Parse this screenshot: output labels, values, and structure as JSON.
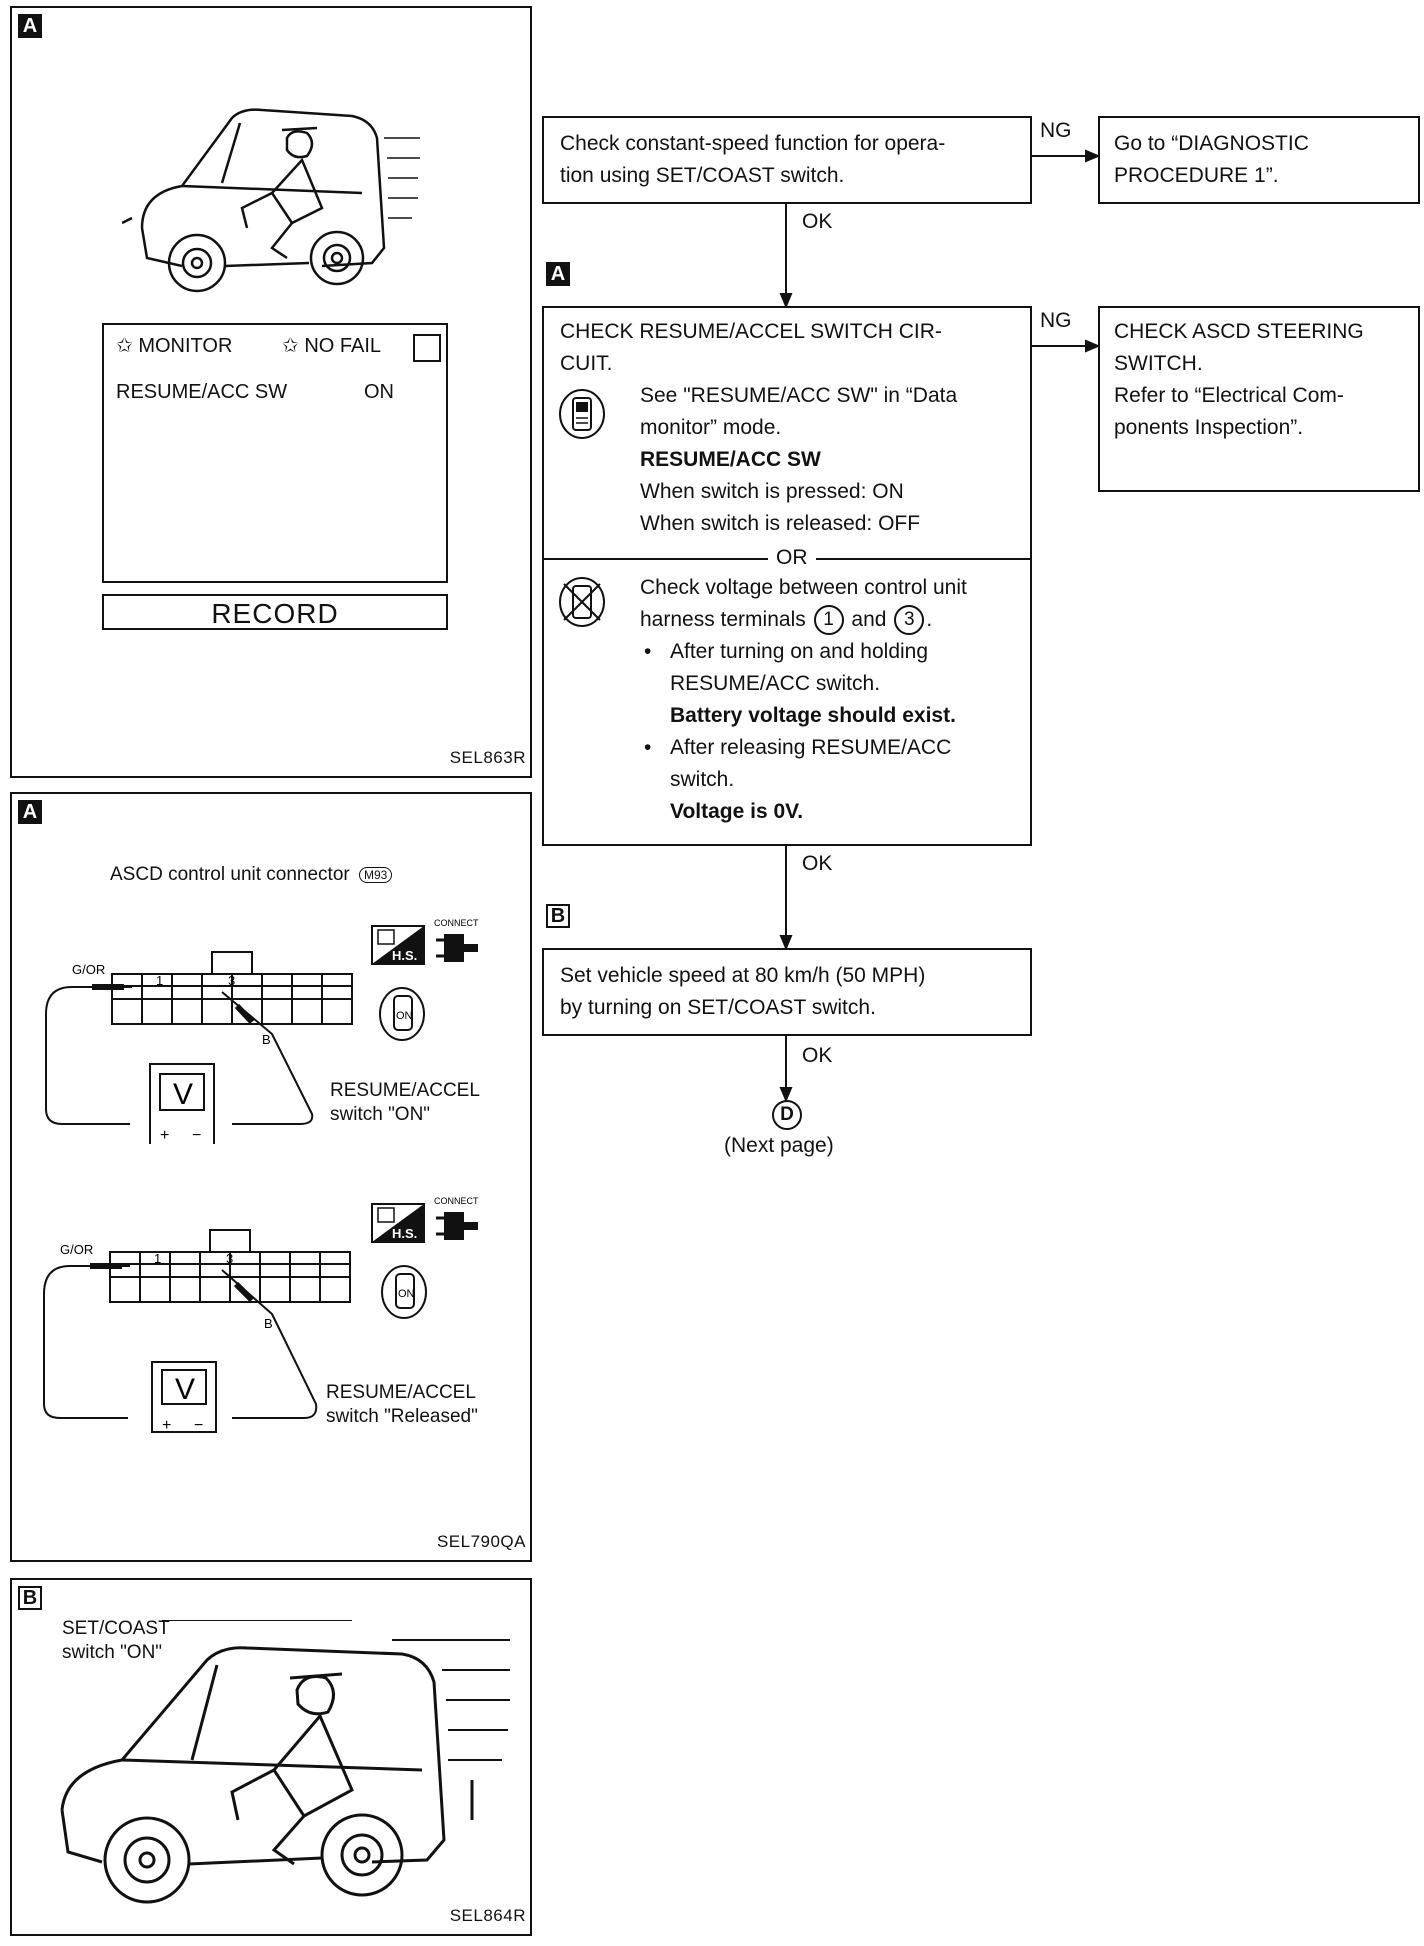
{
  "panel1": {
    "tag": "A",
    "monitor_label": "✩ MONITOR",
    "nofail_label": "✩ NO FAIL",
    "item_name": "RESUME/ACC SW",
    "item_value": "ON",
    "record_label": "RECORD",
    "figure_code": "SEL863R"
  },
  "panel2": {
    "tag": "A",
    "title": "ASCD control unit connector",
    "connector_code": "M93",
    "upper": {
      "wire_left": "G/OR",
      "wire_right": "B",
      "pin1": "1",
      "pin3": "3",
      "meter": "V",
      "plus": "+",
      "minus": "−",
      "hs": "H.S.",
      "connect": "CONNECT",
      "key": "ON",
      "caption_line1": "RESUME/ACCEL",
      "caption_line2": "switch \"ON\""
    },
    "lower": {
      "wire_left": "G/OR",
      "wire_right": "B",
      "pin1": "1",
      "pin3": "3",
      "meter": "V",
      "plus": "+",
      "minus": "−",
      "hs": "H.S.",
      "connect": "CONNECT",
      "key": "ON",
      "caption_line1": "RESUME/ACCEL",
      "caption_line2": "switch \"Released\""
    },
    "figure_code": "SEL790QA"
  },
  "panel3": {
    "tag": "B",
    "caption_line1": "SET/COAST",
    "caption_line2": "switch \"ON\"",
    "figure_code": "SEL864R"
  },
  "flow": {
    "step1": {
      "line1": "Check constant-speed function for opera-",
      "line2": "tion using SET/COAST switch."
    },
    "ng1": "NG",
    "result1": {
      "line1": "Go to “DIAGNOSTIC",
      "line2": "PROCEDURE 1”."
    },
    "ok1": "OK",
    "tag_a": "A",
    "step2": {
      "title1": "CHECK RESUME/ACCEL SWITCH CIR-",
      "title2": "CUIT.",
      "see1": "See \"RESUME/ACC SW\" in “Data",
      "see2": "monitor” mode.",
      "sw_bold": "RESUME/ACC SW",
      "pressed": "When switch is pressed: ON",
      "released": "When switch is released: OFF",
      "or": "OR",
      "volt1": "Check voltage between control unit",
      "volt2a": "harness terminals",
      "term1": "1",
      "and": "and",
      "term3": "3",
      "bullet1a": "After turning on and holding",
      "bullet1b": "RESUME/ACC switch.",
      "bullet1c": "Battery voltage should exist.",
      "bullet2a": "After releasing RESUME/ACC",
      "bullet2b": "switch.",
      "bullet2c": "Voltage is 0V."
    },
    "ng2": "NG",
    "result2": {
      "line1": "CHECK ASCD STEERING",
      "line2": "SWITCH.",
      "line3": "Refer to “Electrical Com-",
      "line4": "ponents Inspection”."
    },
    "ok2": "OK",
    "tag_b": "B",
    "step3": {
      "line1": "Set vehicle speed at 80 km/h (50 MPH)",
      "line2": "by turning on SET/COAST switch."
    },
    "ok3": "OK",
    "end_symbol": "D",
    "next_page": "(Next page)"
  }
}
